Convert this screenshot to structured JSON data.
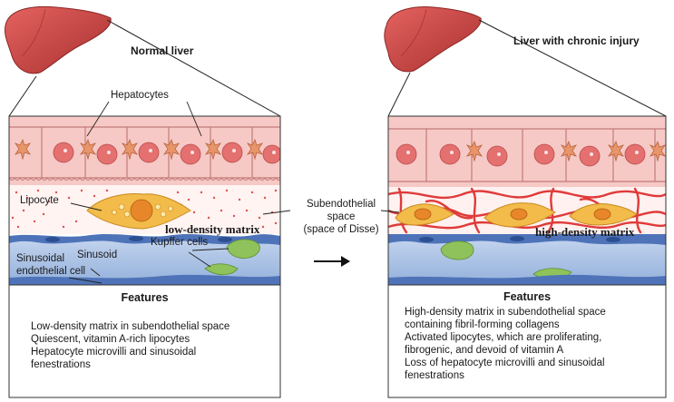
{
  "left": {
    "title": "Normal liver",
    "labels": {
      "hepatocytes": "Hepatocytes",
      "lipocyte": "Lipocyte",
      "matrix": "low-density matrix",
      "sinusoid": "Sinusoid",
      "kupffer": "Kupffer cells",
      "endothelial": [
        "Sinusoidal",
        "endothelial cell"
      ]
    },
    "features_heading": "Features",
    "features": [
      "Low-density matrix in subendothelial space",
      "Quiescent, vitamin A-rich lipocytes",
      "Hepatocyte microvilli and sinusoidal",
      "fenestrations"
    ]
  },
  "middle": {
    "space_label": [
      "Subendothelial",
      "space",
      "(space of Disse)"
    ]
  },
  "right": {
    "title": "Liver with chronic injury",
    "labels": {
      "matrix": "high-density matrix"
    },
    "features_heading": "Features",
    "features": [
      "High-density matrix in subendothelial space",
      "containing fibril-forming collagens",
      "Activated lipocytes, which are proliferating,",
      "fibrogenic, and devoid of vitamin A",
      "Loss of hepatocyte microvilli and sinusoidal",
      "fenestrations"
    ]
  },
  "colors": {
    "liver": "#c94846",
    "hepatocyte": "#f6c9c6",
    "nucleus": "#e4706f",
    "kupffer": "#e9956a",
    "lipocyte": "#f2bb4a",
    "collagen": "#e03a3a",
    "sinusoid": "#a9c1e2",
    "endothelium": "#4e73b8",
    "kupffer_cell": "#8fc25b"
  }
}
